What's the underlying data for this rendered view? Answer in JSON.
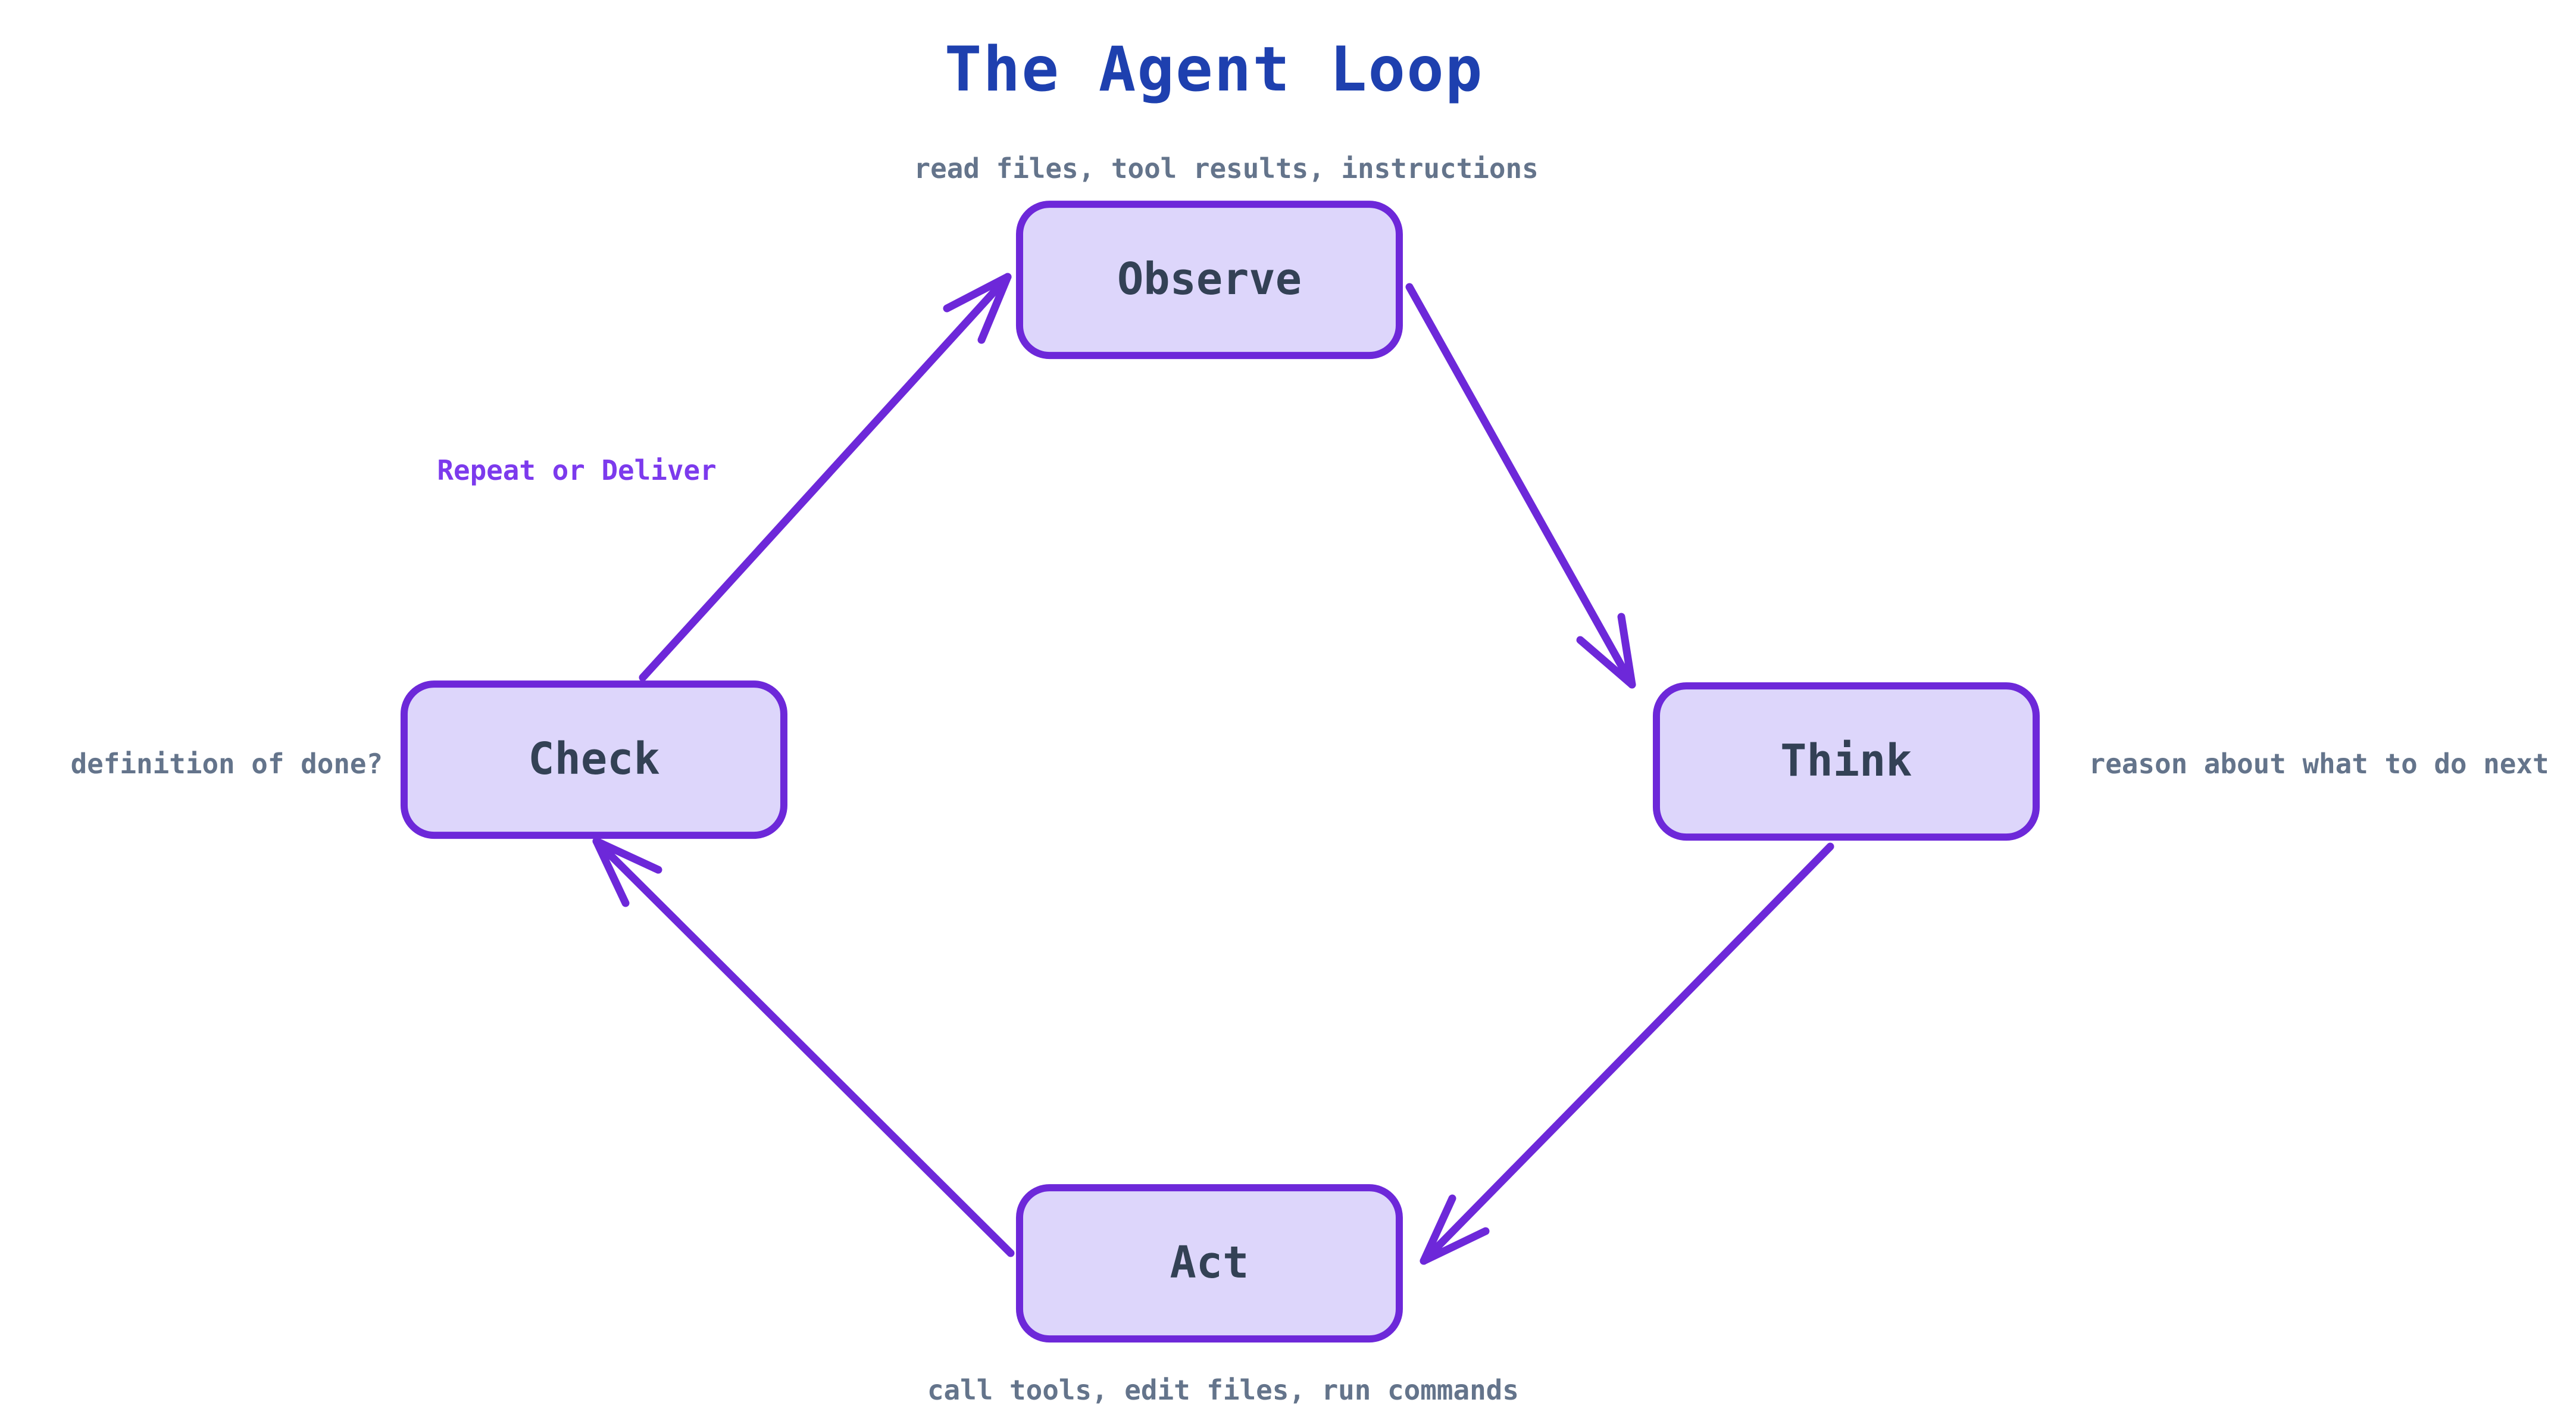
{
  "theme": {
    "background": "#ffffff",
    "title_color": "#1e40af",
    "caption_color": "#64748b",
    "node_fill": "#ddd6fb",
    "node_border": "#6d28d9",
    "node_text": "#334155",
    "arrow_color": "#6d28d9",
    "edge_label_color": "#7c3aed"
  },
  "diagram": {
    "title": "The Agent Loop",
    "nodes": [
      {
        "id": "observe",
        "label": "Observe",
        "caption": "read files, tool results, instructions",
        "caption_position": "above"
      },
      {
        "id": "think",
        "label": "Think",
        "caption": "reason about what to do next",
        "caption_position": "right"
      },
      {
        "id": "act",
        "label": "Act",
        "caption": "call tools, edit files, run commands",
        "caption_position": "below"
      },
      {
        "id": "check",
        "label": "Check",
        "caption": "definition of done?",
        "caption_position": "left"
      }
    ],
    "edges": [
      {
        "from": "observe",
        "to": "think",
        "label": ""
      },
      {
        "from": "think",
        "to": "act",
        "label": ""
      },
      {
        "from": "act",
        "to": "check",
        "label": ""
      },
      {
        "from": "check",
        "to": "observe",
        "label": "Repeat or Deliver"
      }
    ],
    "edge_label": "Repeat or Deliver"
  }
}
